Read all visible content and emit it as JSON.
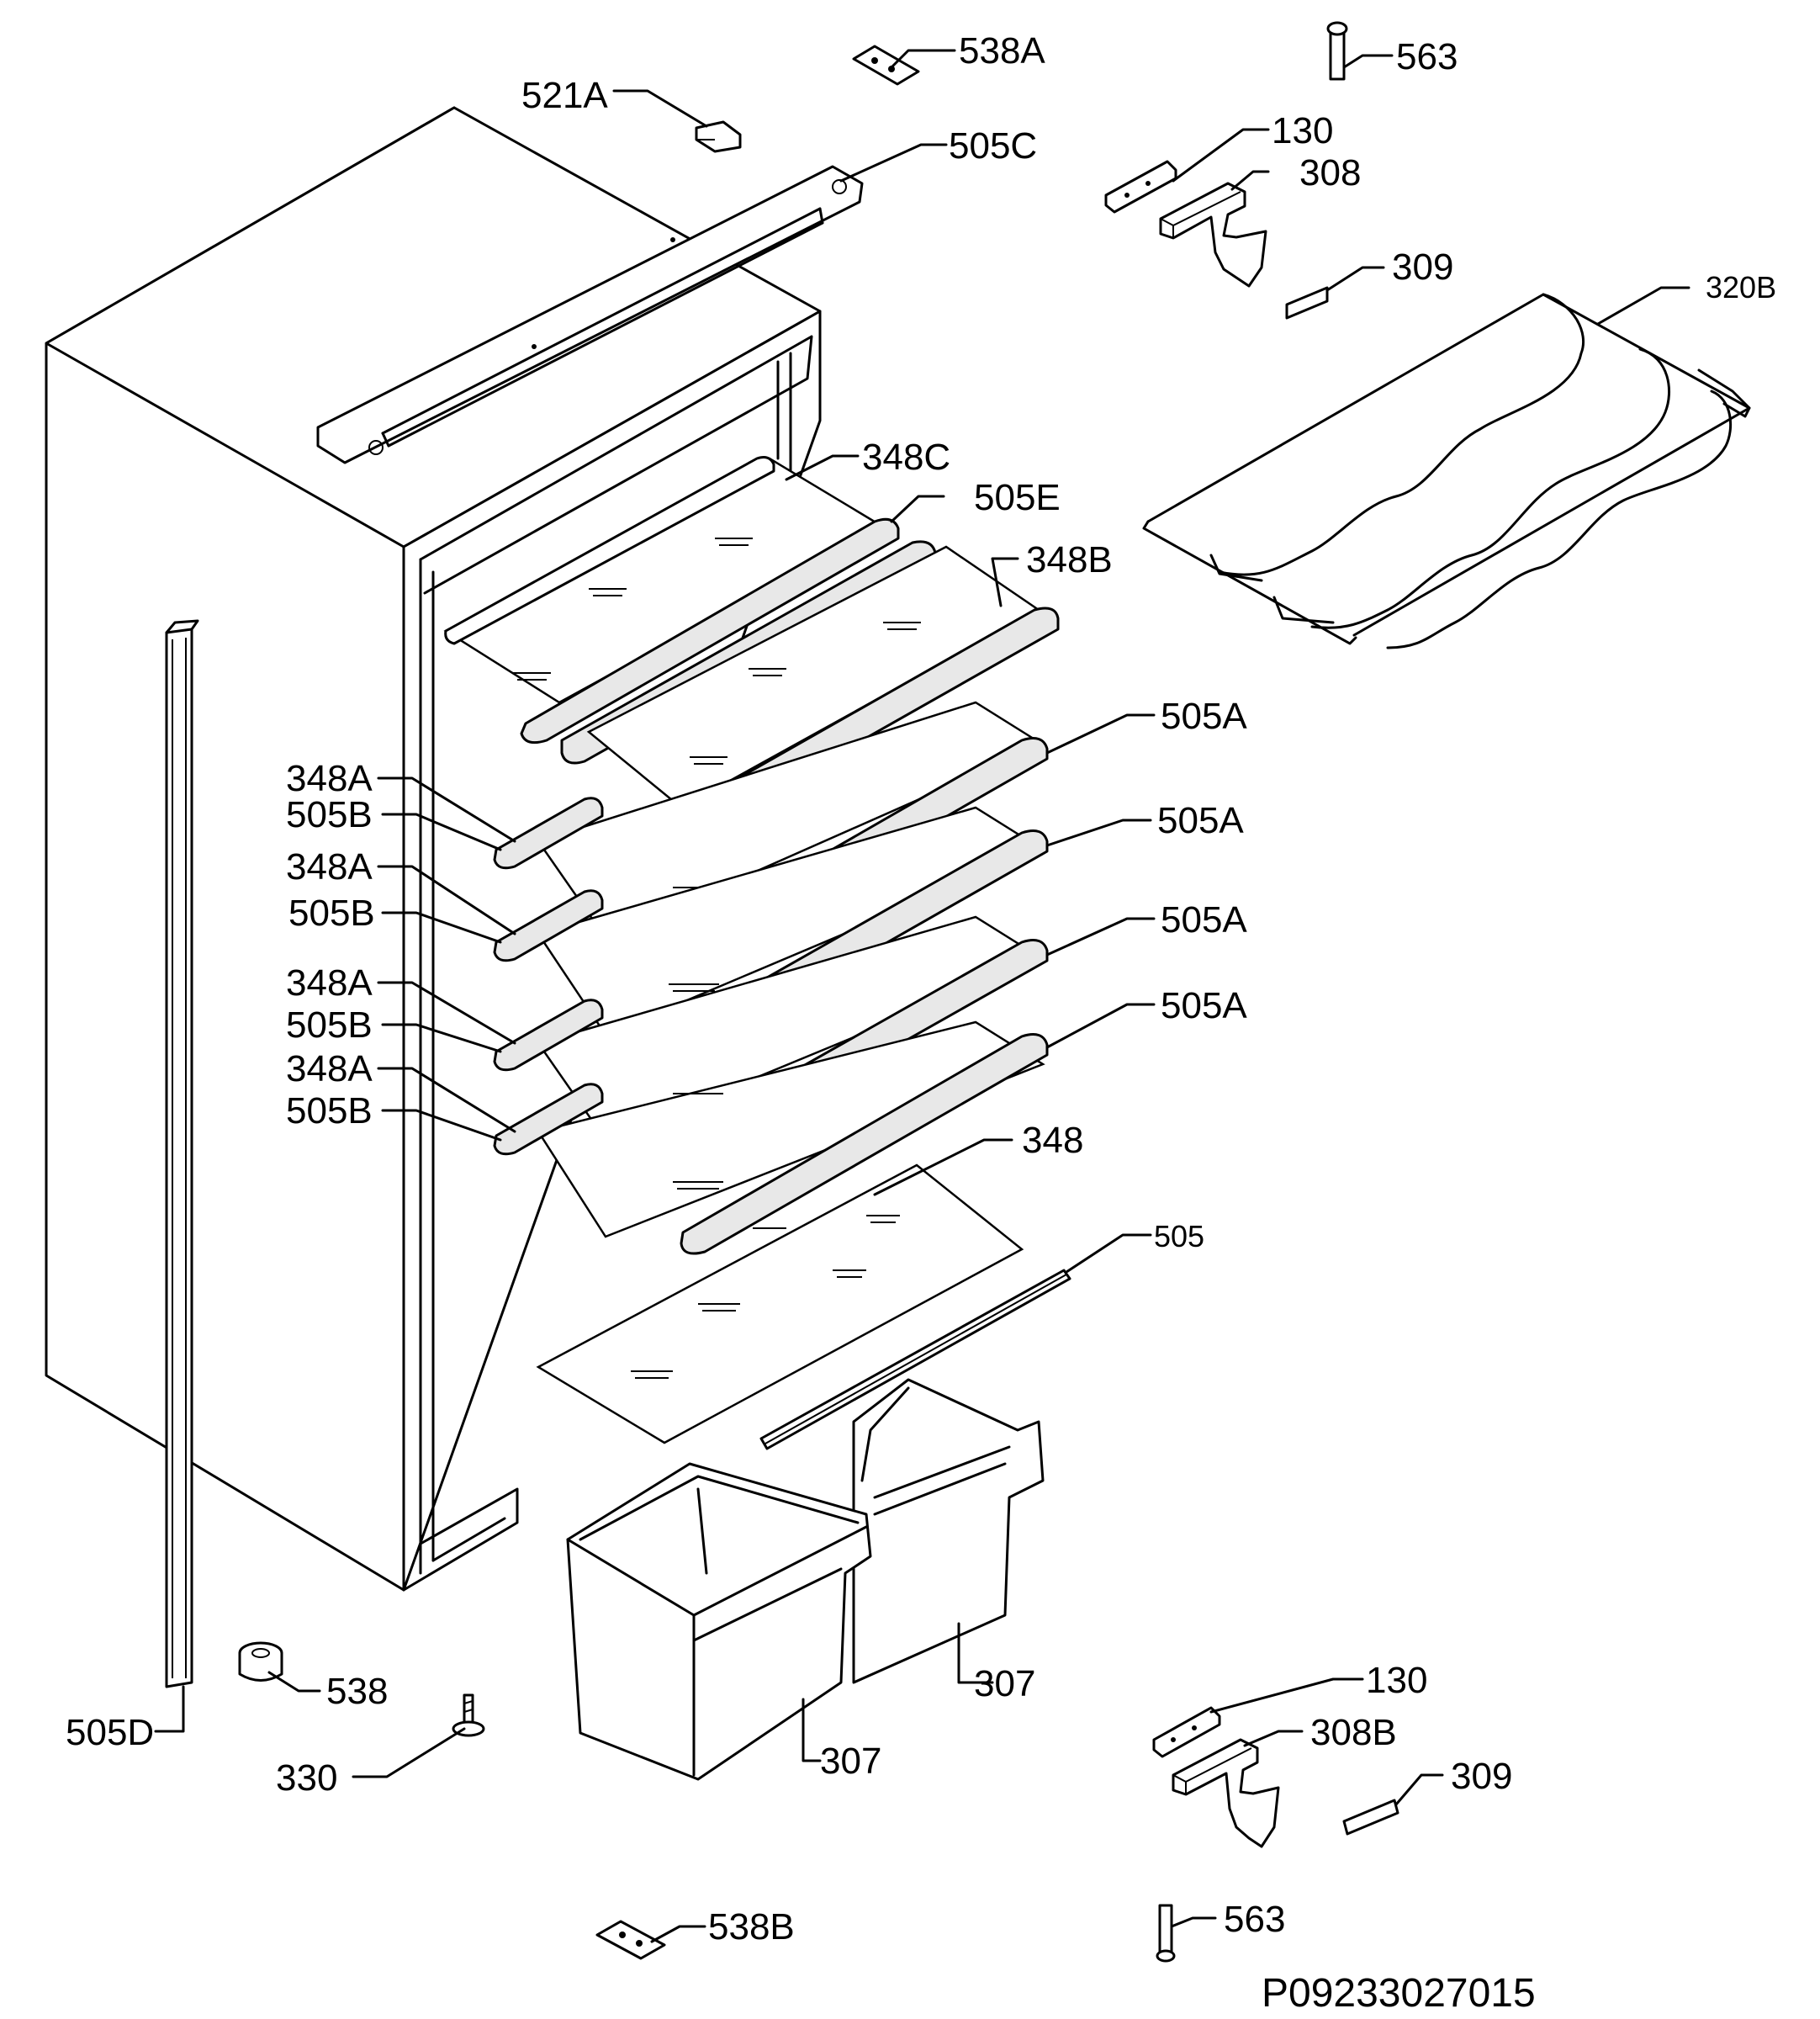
{
  "document_code": "P09233027015",
  "callouts": [
    {
      "id": "538A",
      "text": "538A"
    },
    {
      "id": "563-top",
      "text": "563"
    },
    {
      "id": "521A",
      "text": "521A"
    },
    {
      "id": "505C",
      "text": "505C"
    },
    {
      "id": "130-top",
      "text": "130"
    },
    {
      "id": "308",
      "text": "308"
    },
    {
      "id": "309-top",
      "text": "309"
    },
    {
      "id": "320B",
      "text": "320B"
    },
    {
      "id": "348C",
      "text": "348C"
    },
    {
      "id": "505E",
      "text": "505E"
    },
    {
      "id": "348B",
      "text": "348B"
    },
    {
      "id": "505A-1",
      "text": "505A"
    },
    {
      "id": "348A-1",
      "text": "348A"
    },
    {
      "id": "505B-1",
      "text": "505B"
    },
    {
      "id": "505A-2",
      "text": "505A"
    },
    {
      "id": "348A-2",
      "text": "348A"
    },
    {
      "id": "505B-2",
      "text": "505B"
    },
    {
      "id": "505A-3",
      "text": "505A"
    },
    {
      "id": "348A-3",
      "text": "348A"
    },
    {
      "id": "505B-3",
      "text": "505B"
    },
    {
      "id": "505A-4",
      "text": "505A"
    },
    {
      "id": "348A-4",
      "text": "348A"
    },
    {
      "id": "505B-4",
      "text": "505B"
    },
    {
      "id": "348",
      "text": "348"
    },
    {
      "id": "505",
      "text": "505"
    },
    {
      "id": "538",
      "text": "538"
    },
    {
      "id": "307-right",
      "text": "307"
    },
    {
      "id": "505D",
      "text": "505D"
    },
    {
      "id": "330",
      "text": "330"
    },
    {
      "id": "307-left",
      "text": "307"
    },
    {
      "id": "130-bottom",
      "text": "130"
    },
    {
      "id": "308B",
      "text": "308B"
    },
    {
      "id": "309-bottom",
      "text": "309"
    },
    {
      "id": "538B",
      "text": "538B"
    },
    {
      "id": "563-bottom",
      "text": "563"
    }
  ]
}
